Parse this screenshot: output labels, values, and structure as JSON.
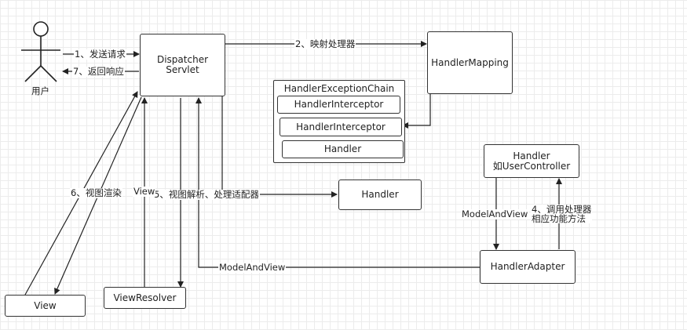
{
  "actor": {
    "label": "用户"
  },
  "nodes": {
    "dispatcher": "Dispatcher\nServlet",
    "handler_mapping": "HandlerMapping",
    "chain_title": "HandlerExceptionChain",
    "interceptor_1": "HandlerInterceptor",
    "interceptor_2": "HandlerInterceptor",
    "chain_handler": "Handler",
    "handler_controller": "Handler\n如UserController",
    "handler_middle": "Handler",
    "handler_adapter": "HandlerAdapter",
    "view_resolver": "ViewResolver",
    "view": "View"
  },
  "edges": {
    "send_request": "1、发送请求",
    "return_response": "7、返回响应",
    "map_handler": "2、映射处理器",
    "adapter_handler": "5、视图解析、处理适配器",
    "render_view": "6、视图渲染",
    "view_label": "View",
    "model_and_view_bottom": "ModelAndView",
    "model_and_view_right": "ModelAndView",
    "invoke_handler": "4、调用处理器\n相应功能方法"
  }
}
